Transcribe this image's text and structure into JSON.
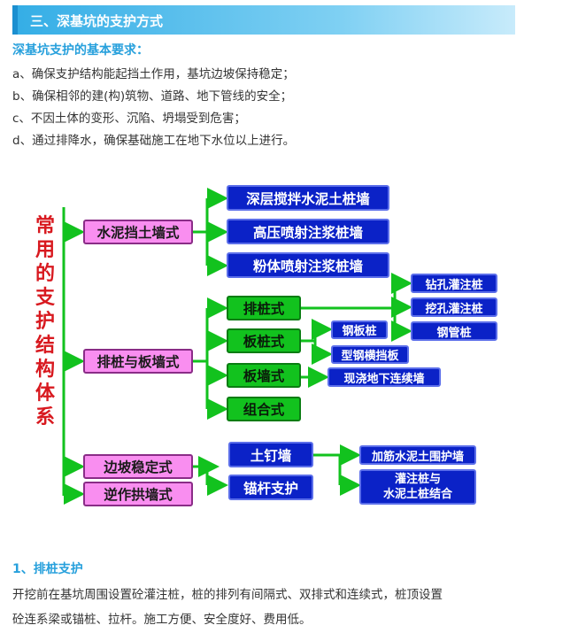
{
  "section_title": "三、深基坑的支护方式",
  "requirements": {
    "title": "深基坑支护的基本要求：",
    "items": [
      "a、确保支护结构能起挡土作用，基坑边坡保持稳定；",
      "b、确保相邻的建(构)筑物、道路、地下管线的安全；",
      "c、不因土体的变形、沉陷、坍塌受到危害；",
      "d、通过排降水，确保基础施工在地下水位以上进行。"
    ]
  },
  "diagram": {
    "title_chars": [
      "常",
      "用",
      "的",
      "支",
      "护",
      "结",
      "构",
      "体",
      "系"
    ],
    "level1": [
      "水泥挡土墙式",
      "排桩与板墙式",
      "边坡稳定式",
      "逆作拱墙式"
    ],
    "cement_wall": [
      "深层搅拌水泥土桩墙",
      "高压喷射注浆桩墙",
      "粉体喷射注浆桩墙"
    ],
    "pile_wall": [
      "排桩式",
      "板桩式",
      "板墙式",
      "组合式"
    ],
    "pile_types": [
      "钻孔灌注桩",
      "挖孔灌注桩",
      "钢管桩"
    ],
    "sheet_pile_types": [
      "钢板桩",
      "型钢横挡板"
    ],
    "board_wall_types": [
      "现浇地下连续墙"
    ],
    "slope": [
      "土钉墙",
      "锚杆支护"
    ],
    "slope_types": [
      "加筋水泥土围护墙",
      "灌注桩与\n水泥土桩结合"
    ]
  },
  "section1": {
    "title": "1、排桩支护",
    "lines": [
      "开挖前在基坑周围设置砼灌注桩，桩的排列有间隔式、双排式和连续式，桩顶设置",
      "砼连系梁或锚桩、拉杆。施工方便、安全度好、费用低。"
    ]
  },
  "colors": {
    "header": "#35aee6",
    "accent_text": "#27a0dc",
    "title_red": "#d8191f",
    "pink": "#f98ef0",
    "blue": "#0b22c7",
    "green": "#12c21e",
    "arrow": "#12c21e"
  }
}
